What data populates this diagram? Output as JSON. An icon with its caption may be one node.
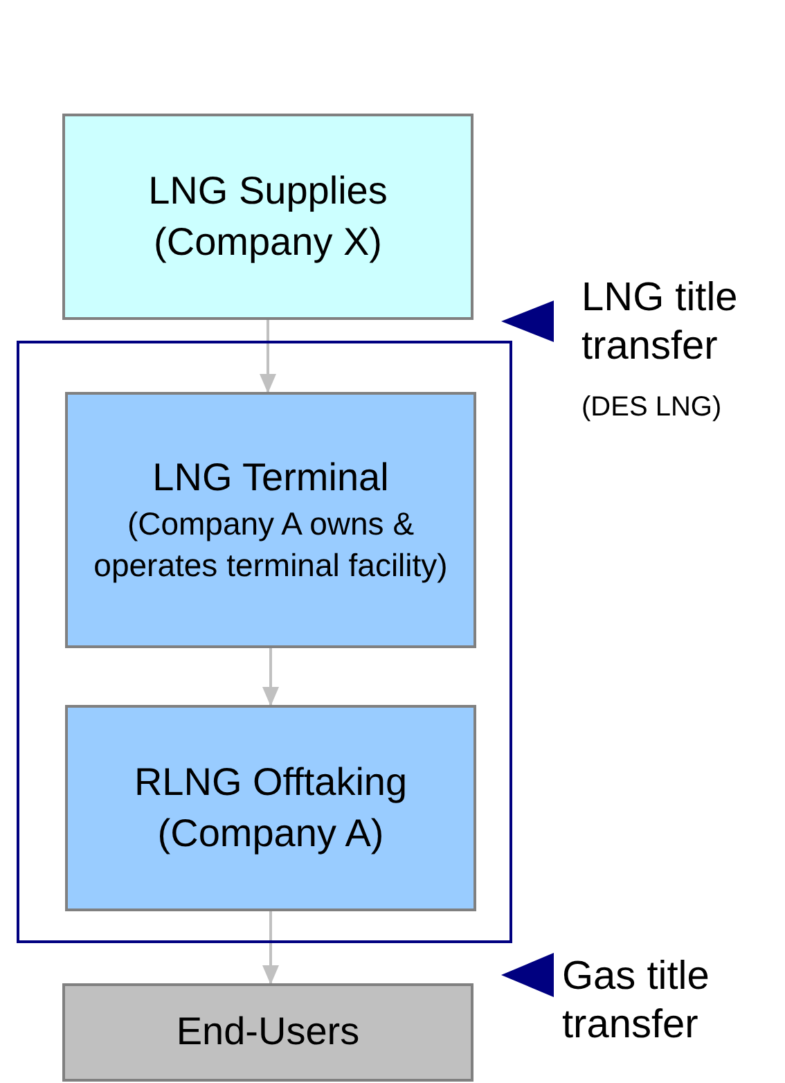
{
  "diagram": {
    "nodes": [
      {
        "text": [
          "LNG Supplies (Company X)"
        ]
      },
      {
        "text": [],
        "shape": "box"
      },
      {
        "text": [
          "LNG Terminal",
          "(Company A owns & operates terminal facility)"
        ],
        "in": 1
      },
      {
        "text": [
          "RLNG Offtaking (Company A)"
        ],
        "in": 1
      },
      {
        "text": [
          "End-Users"
        ]
      }
    ],
    "edges": [
      {
        "from": 0,
        "to": 2,
        "arrow": "to"
      },
      {
        "from": 2,
        "to": 3,
        "arrow": "to"
      },
      {
        "from": 3,
        "to": 4,
        "arrow": "to"
      }
    ],
    "labels": [
      "LNG title transfer",
      "(DES LNG)",
      "Gas title transfer"
    ]
  }
}
